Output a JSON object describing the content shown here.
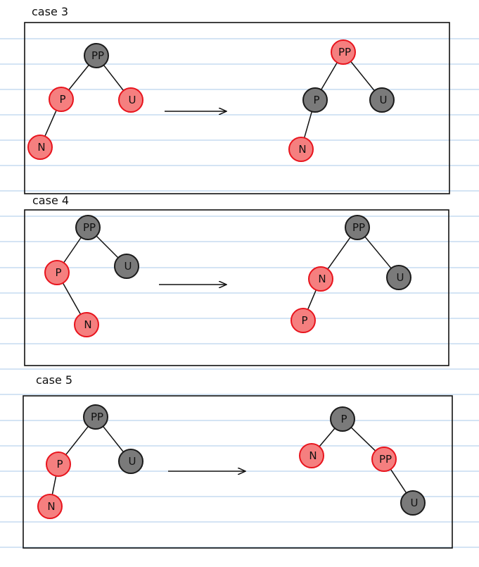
{
  "colors": {
    "red_fill": "#f57f7f",
    "red_stroke": "#e8141d",
    "black_fill": "#7a7a7a",
    "black_stroke": "#1a1a1a",
    "ruled_line": "#a9c8ea",
    "frame": "#111111"
  },
  "cases": [
    {
      "title": "case 3",
      "before": {
        "nodes": [
          {
            "id": "pp",
            "label": "PP",
            "color": "black"
          },
          {
            "id": "p",
            "label": "P",
            "color": "red"
          },
          {
            "id": "u",
            "label": "U",
            "color": "red"
          },
          {
            "id": "n",
            "label": "N",
            "color": "red"
          }
        ],
        "edges": [
          [
            "pp",
            "p"
          ],
          [
            "pp",
            "u"
          ],
          [
            "p",
            "n"
          ]
        ]
      },
      "after": {
        "nodes": [
          {
            "id": "pp",
            "label": "PP",
            "color": "red"
          },
          {
            "id": "p",
            "label": "P",
            "color": "black"
          },
          {
            "id": "u",
            "label": "U",
            "color": "black"
          },
          {
            "id": "n",
            "label": "N",
            "color": "red"
          }
        ],
        "edges": [
          [
            "pp",
            "p"
          ],
          [
            "pp",
            "u"
          ],
          [
            "p",
            "n"
          ]
        ]
      }
    },
    {
      "title": "case 4",
      "before": {
        "nodes": [
          {
            "id": "pp",
            "label": "PP",
            "color": "black"
          },
          {
            "id": "p",
            "label": "P",
            "color": "red"
          },
          {
            "id": "u",
            "label": "U",
            "color": "black"
          },
          {
            "id": "n",
            "label": "N",
            "color": "red"
          }
        ],
        "edges": [
          [
            "pp",
            "p"
          ],
          [
            "pp",
            "u"
          ],
          [
            "p",
            "n"
          ]
        ]
      },
      "after": {
        "nodes": [
          {
            "id": "pp",
            "label": "PP",
            "color": "black"
          },
          {
            "id": "n",
            "label": "N",
            "color": "red"
          },
          {
            "id": "u",
            "label": "U",
            "color": "black"
          },
          {
            "id": "p",
            "label": "P",
            "color": "red"
          }
        ],
        "edges": [
          [
            "pp",
            "n"
          ],
          [
            "pp",
            "u"
          ],
          [
            "n",
            "p"
          ]
        ]
      }
    },
    {
      "title": "case 5",
      "before": {
        "nodes": [
          {
            "id": "pp",
            "label": "PP",
            "color": "black"
          },
          {
            "id": "p",
            "label": "P",
            "color": "red"
          },
          {
            "id": "u",
            "label": "U",
            "color": "black"
          },
          {
            "id": "n",
            "label": "N",
            "color": "red"
          }
        ],
        "edges": [
          [
            "pp",
            "p"
          ],
          [
            "pp",
            "u"
          ],
          [
            "p",
            "n"
          ]
        ]
      },
      "after": {
        "nodes": [
          {
            "id": "p",
            "label": "P",
            "color": "black"
          },
          {
            "id": "n",
            "label": "N",
            "color": "red"
          },
          {
            "id": "pp",
            "label": "PP",
            "color": "red"
          },
          {
            "id": "u",
            "label": "U",
            "color": "black"
          }
        ],
        "edges": [
          [
            "p",
            "n"
          ],
          [
            "p",
            "pp"
          ],
          [
            "pp",
            "u"
          ]
        ]
      }
    }
  ]
}
